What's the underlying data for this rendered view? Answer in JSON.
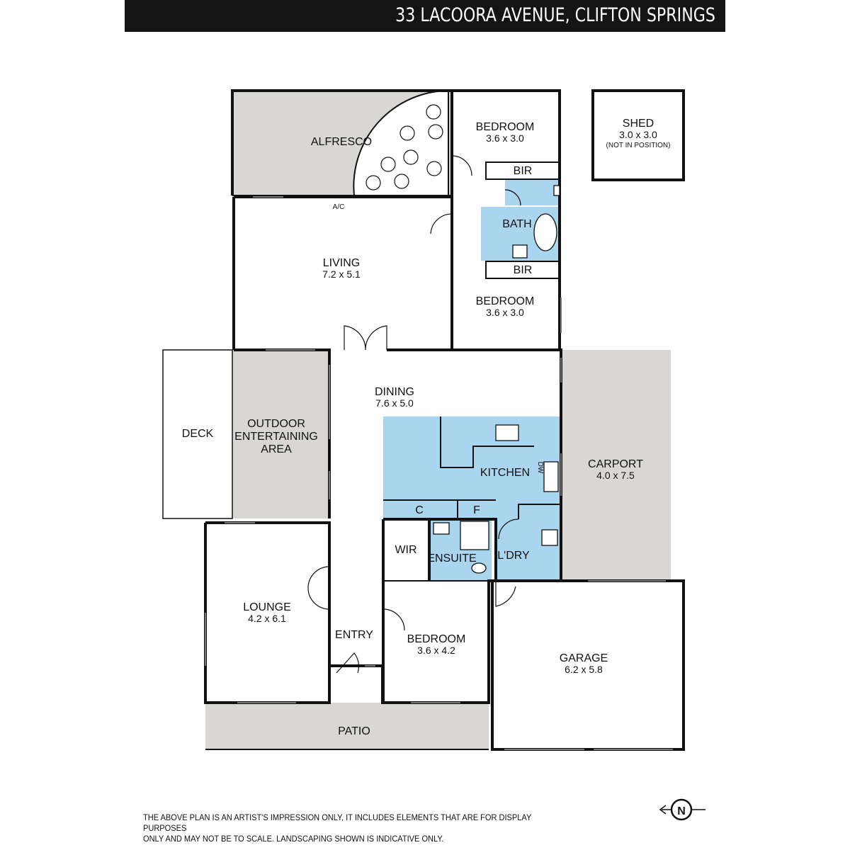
{
  "header": {
    "title": "33 LACOORA AVENUE, CLIFTON SPRINGS"
  },
  "rooms": {
    "alfresco": {
      "label": "ALFRESCO"
    },
    "bedroom1": {
      "label": "BEDROOM",
      "size": "3.6 x 3.0"
    },
    "bir1": {
      "label": "BIR"
    },
    "bath": {
      "label": "BATH"
    },
    "bir2": {
      "label": "BIR"
    },
    "bedroom2": {
      "label": "BEDROOM",
      "size": "3.6 x 3.0"
    },
    "shed": {
      "label": "SHED",
      "size": "3.0 x 3.0",
      "note": "(NOT IN POSITION)"
    },
    "living": {
      "label": "LIVING",
      "size": "7.2 x 5.1"
    },
    "ac": {
      "label": "A/C"
    },
    "deck": {
      "label": "DECK"
    },
    "outdoor": {
      "line1": "OUTDOOR",
      "line2": "ENTERTAINING",
      "line3": "AREA"
    },
    "dining": {
      "label": "DINING",
      "size": "7.6 x 5.0"
    },
    "kitchen": {
      "label": "KITCHEN"
    },
    "dw": {
      "label": "DW"
    },
    "carport": {
      "label": "CARPORT",
      "size": "4.0 x 7.5"
    },
    "c": {
      "label": "C"
    },
    "f": {
      "label": "F"
    },
    "wir": {
      "label": "WIR"
    },
    "ensuite": {
      "label": "ENSUITE"
    },
    "ldry": {
      "label": "L'DRY"
    },
    "lounge": {
      "label": "LOUNGE",
      "size": "4.2 x 6.1"
    },
    "entry": {
      "label": "ENTRY"
    },
    "bedroom3": {
      "label": "BEDROOM",
      "size": "3.6 x 4.2"
    },
    "garage": {
      "label": "GARAGE",
      "size": "6.2 x 5.8"
    },
    "patio": {
      "label": "PATIO"
    }
  },
  "compass": {
    "label": "N"
  },
  "footer": {
    "disclaimer": "THE ABOVE PLAN IS AN ARTIST'S IMPRESSION ONLY, IT INCLUDES ELEMENTS THAT ARE FOR DISPLAY PURPOSES\nONLY AND MAY NOT BE TO SCALE. LANDSCAPING SHOWN IS INDICATIVE ONLY."
  },
  "colors": {
    "outdoor_fill": "#d9d7d3",
    "wet_area_fill": "#a9d5ee",
    "wall": "#111111",
    "header_bg": "#141414"
  }
}
